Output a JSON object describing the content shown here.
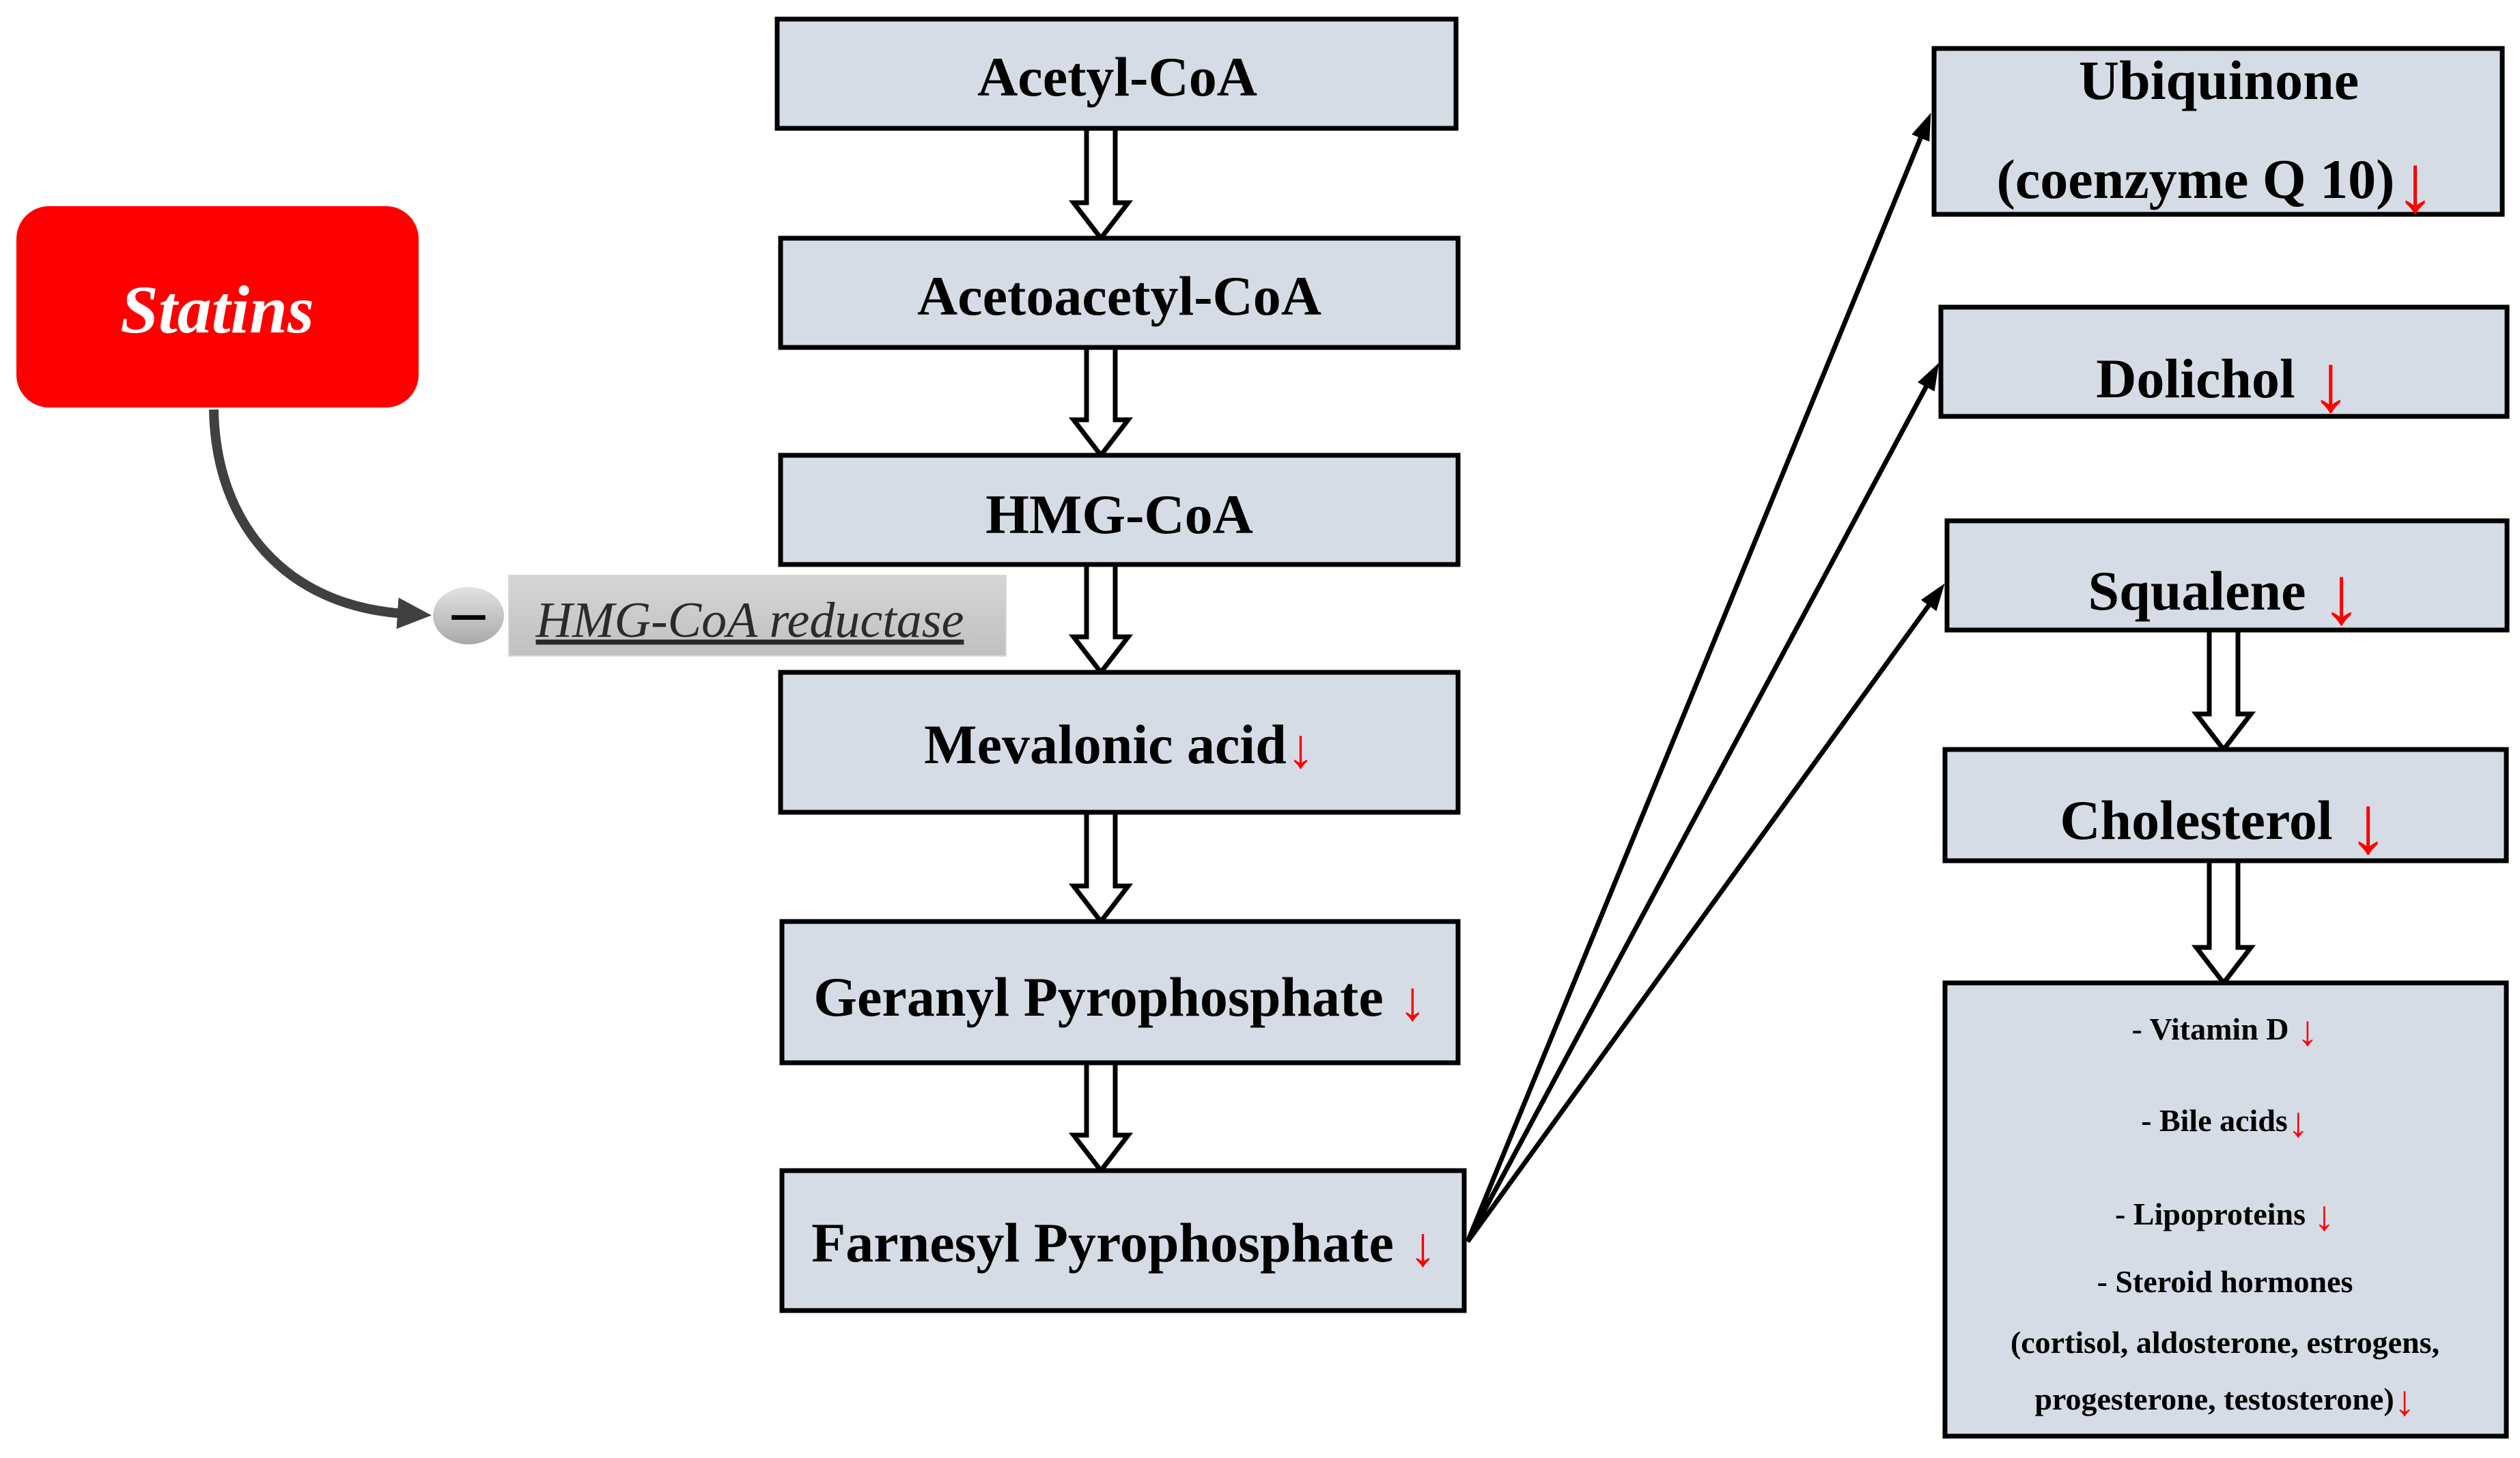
{
  "drug": {
    "label": "Statins"
  },
  "inhibition": {
    "symbol": "–",
    "enzyme": "HMG-CoA reductase"
  },
  "pathway": {
    "acetyl_coa": {
      "label": "Acetyl-CoA"
    },
    "acetoacetyl_coa": {
      "label": "Acetoacetyl-CoA"
    },
    "hmg_coa": {
      "label": "HMG-CoA"
    },
    "mevalonic_acid": {
      "label": "Mevalonic acid",
      "change": "↓"
    },
    "geranyl_pp": {
      "label": "Geranyl Pyrophosphate",
      "change": "↓"
    },
    "farnesyl_pp": {
      "label": "Farnesyl Pyrophosphate",
      "change": "↓"
    }
  },
  "products": {
    "ubiquinone": {
      "line1": "Ubiquinone",
      "line2": "(coenzyme Q 10)",
      "change": "↓"
    },
    "dolichol": {
      "label": "Dolichol",
      "change": "↓"
    },
    "squalene": {
      "label": "Squalene",
      "change": "↓"
    },
    "cholesterol": {
      "label": "Cholesterol",
      "change": "↓"
    },
    "cholesterol_derivatives": [
      {
        "text": "- Vitamin D",
        "change": "↓"
      },
      {
        "text": "- Bile acids",
        "change": "↓"
      },
      {
        "text": "- Lipoproteins",
        "change": "↓"
      },
      {
        "text": "- Steroid hormones"
      },
      {
        "text": "(cortisol, aldosterone, estrogens,"
      },
      {
        "text": "progesterone, testosterone)",
        "change": "↓"
      }
    ]
  },
  "colors": {
    "drug": "#ff0000",
    "decrease": "#ff0000",
    "pathway_box": "#d6dce5"
  }
}
